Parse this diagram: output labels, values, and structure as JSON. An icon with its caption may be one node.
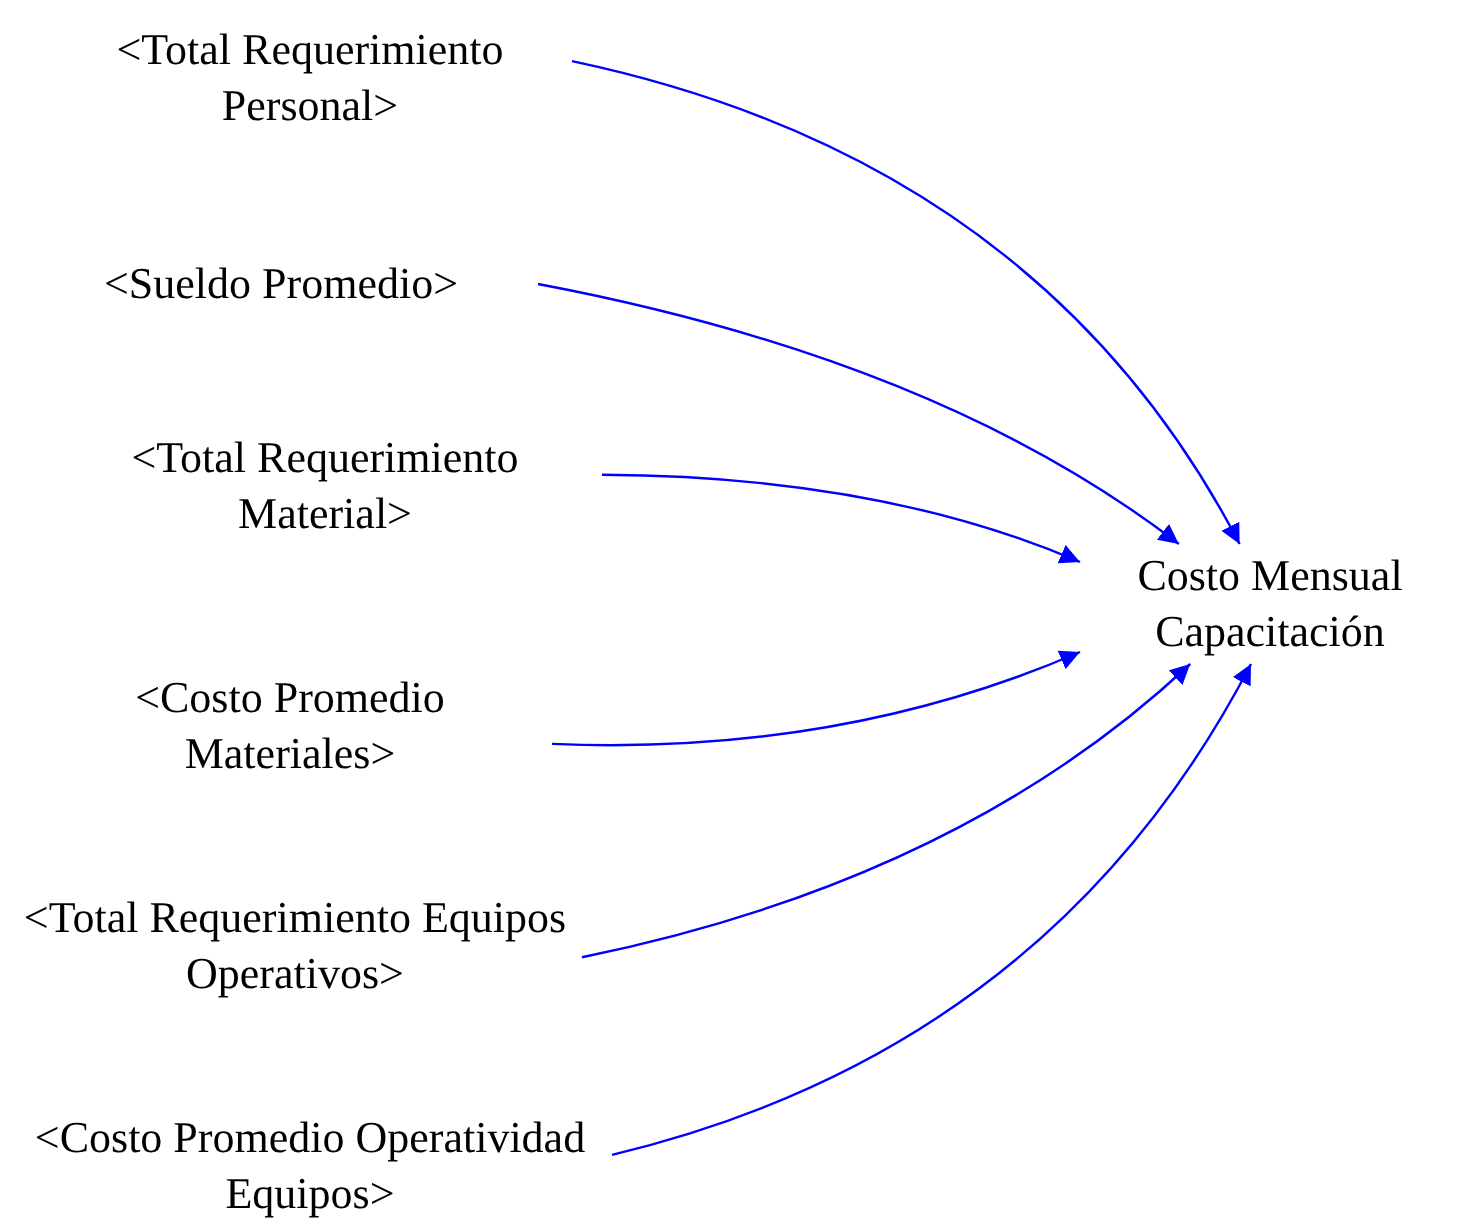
{
  "diagram": {
    "nodes": [
      {
        "text": [
          "<Total Requerimiento Personal>"
        ]
      },
      {
        "text": [
          "<Sueldo Promedio>"
        ]
      },
      {
        "text": [
          "<Total Requerimiento Material>"
        ]
      },
      {
        "text": [
          "<Costo Promedio Materiales>"
        ]
      },
      {
        "text": [
          "<Total Requerimiento Equipos Operativos>"
        ]
      },
      {
        "text": [
          "<Costo Promedio Operatividad Equipos>"
        ]
      },
      {
        "text": [
          "Costo Mensual Capacitación"
        ]
      }
    ],
    "edges": [
      {
        "from": 0,
        "to": 6,
        "arrow": "to"
      },
      {
        "from": 1,
        "to": 6,
        "arrow": "to"
      },
      {
        "from": 2,
        "to": 6,
        "arrow": "to"
      },
      {
        "from": 3,
        "to": 6,
        "arrow": "to"
      },
      {
        "from": 4,
        "to": 6,
        "arrow": "to"
      },
      {
        "from": 5,
        "to": 6,
        "arrow": "to"
      }
    ]
  }
}
